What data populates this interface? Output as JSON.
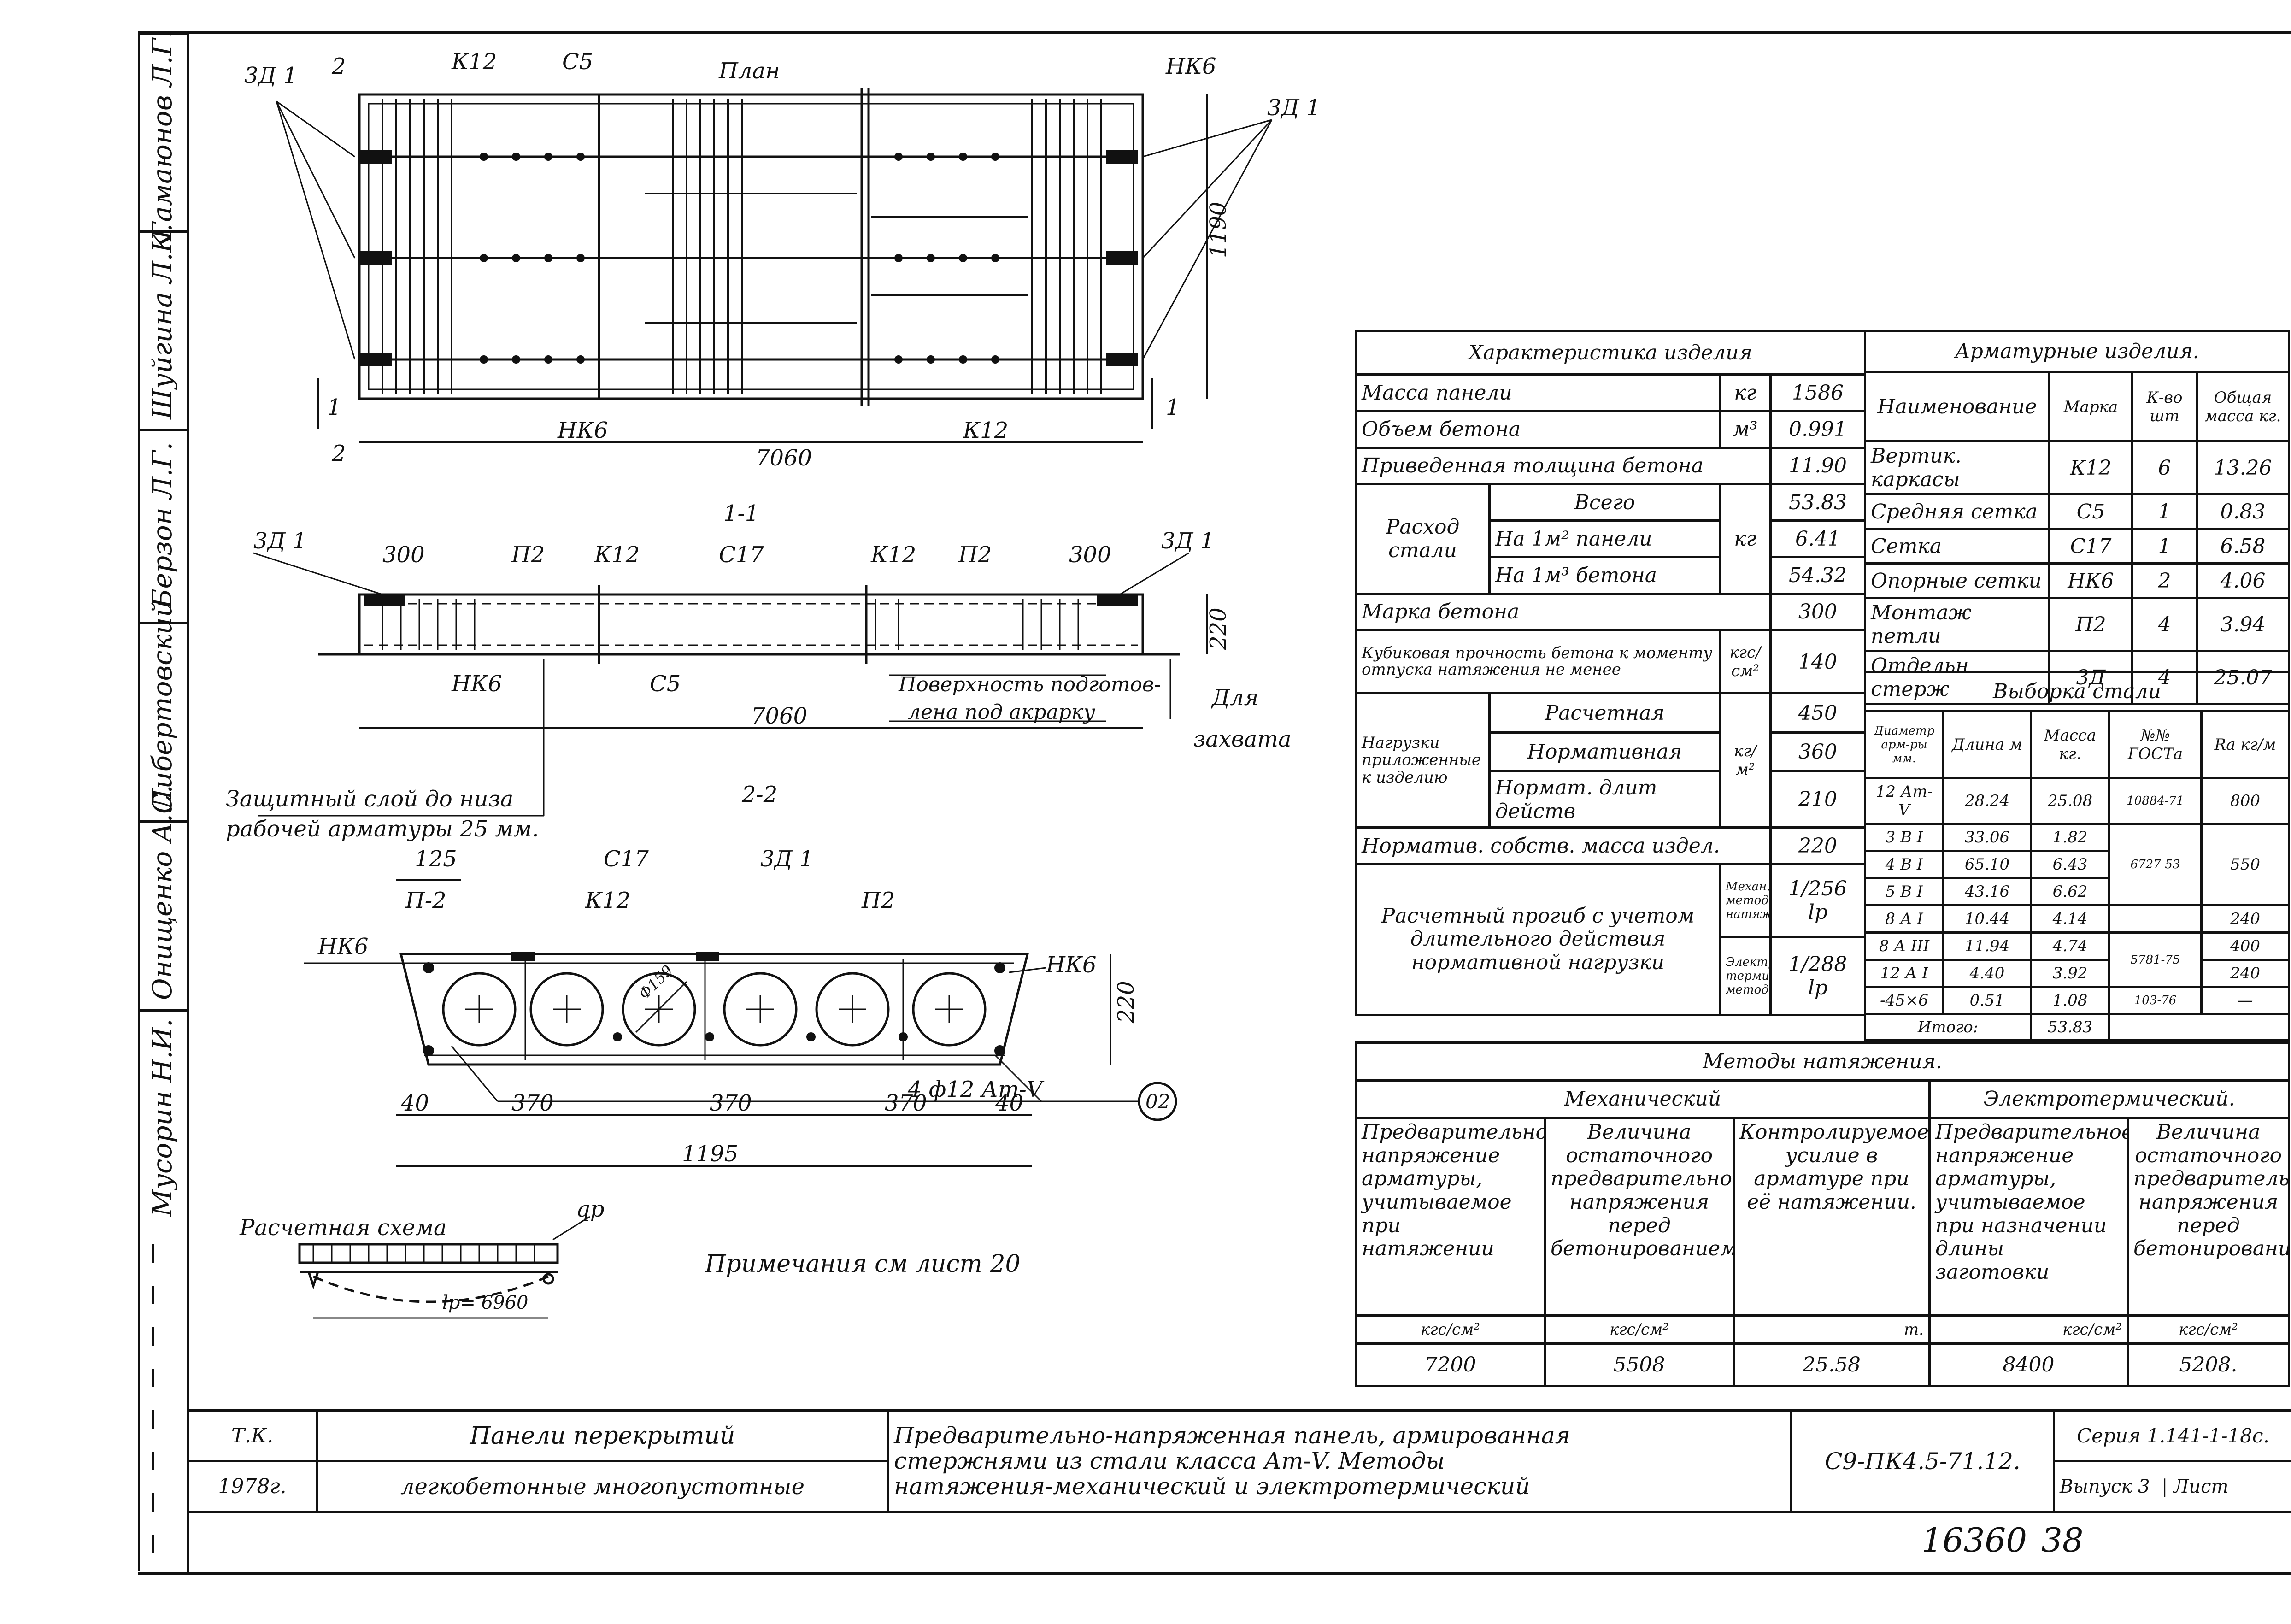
{
  "side_strip": [
    {
      "name": "Гамаюнов Л.Г."
    },
    {
      "name": "Шуйгина Л.К."
    },
    {
      "name": "Берзон Л.Г."
    },
    {
      "name": "Либертовский"
    },
    {
      "name": "Онищенко А.С."
    },
    {
      "name": "Мусорин Н.И."
    }
  ],
  "plan": {
    "title": "План",
    "labels": {
      "zd1_left": "3Д 1",
      "zd1_right": "3Д 1",
      "k12_top": "К12",
      "c5": "С5",
      "hk6_top": "НК6",
      "hk6_bottom": "НК6",
      "k12_bottom": "К12",
      "length": "7060",
      "height": "1190",
      "sec2": "2",
      "sec1": "1"
    }
  },
  "section_11": {
    "title": "1-1",
    "labels": {
      "zd1_left": "3Д 1",
      "zd1_right": "3Д 1",
      "d300_left": "300",
      "d300_right": "300",
      "p2_left": "П2",
      "p2_right": "П2",
      "k12_left": "К12",
      "k12_right": "К12",
      "c17": "С17",
      "hk6": "НК6",
      "c5": "С5",
      "length": "7060",
      "height": "220",
      "surface": "Поверхность подготов-",
      "surface2": "лена под акрарку",
      "for_grip": "Для",
      "for_grip2": "захвата"
    }
  },
  "protective_layer": {
    "line1": "Защитный слой до низа",
    "line2": "рабочей арматуры 25 мм."
  },
  "section_22": {
    "title": "2-2",
    "labels": {
      "d125": "125",
      "p2_left": "П-2",
      "k12": "К12",
      "c17": "С17",
      "zd1": "3Д 1",
      "p2_right": "П2",
      "hk6_left": "НК6",
      "hk6_right": "НК6",
      "d159": "Ф159",
      "rebar": "4 ф12 Ат-V",
      "height": "220",
      "d40a": "40",
      "d370a": "370",
      "d370b": "370",
      "d370c": "370",
      "d40b": "40",
      "total": "1195",
      "circle": "02"
    }
  },
  "scheme": {
    "title": "Расчетная схема",
    "load": "qp",
    "span": "lp= 6960"
  },
  "note": "Примечания см лист 20",
  "characteristics": {
    "header": "Характеристика изделия",
    "rows": [
      {
        "name": "Масса панели",
        "unit": "кг",
        "value": "1586"
      },
      {
        "name": "Объем бетона",
        "unit": "м³",
        "value": "0.991"
      },
      {
        "name": "Приведенная толщина бетона",
        "unit": "",
        "value": "11.90"
      },
      {
        "name": "Всего",
        "unit": "",
        "value": "53.83"
      },
      {
        "name": "На 1м² панели",
        "unit": "кг",
        "value": "6.41"
      },
      {
        "name": "На 1м³ бетона",
        "unit": "",
        "value": "54.32"
      },
      {
        "name": "Марка бетона",
        "unit": "",
        "value": "300"
      },
      {
        "name": "Кубиковая прочность бетона к моменту отпуска натяжения не менее",
        "unit": "кгс/см²",
        "value": "140"
      },
      {
        "name": "Расчетная",
        "unit": "",
        "value": "450"
      },
      {
        "name": "Нормативная",
        "unit": "кг/м²",
        "value": "360"
      },
      {
        "name": "Нормат. длит действ",
        "unit": "",
        "value": "210"
      },
      {
        "name": "Норматив. собств. масса издел.",
        "unit": "",
        "value": "220"
      }
    ],
    "steel_use": "Расход стали",
    "loads": "Нагрузки приложенные к изделию",
    "deflection": "Расчетный прогиб с учетом длительного действия нормативной нагрузки",
    "method_mech": "Механ. метод натяж.",
    "method_el": "Электро-термич. метод",
    "defl_mech": "1/256 lp",
    "defl_el": "1/288 lp"
  },
  "armature": {
    "header": "Арматурные изделия.",
    "col_name": "Наименование",
    "col_mark": "Марка",
    "col_qty": "К-во шт",
    "col_mass": "Общая масса кг.",
    "rows": [
      {
        "name": "Вертик. каркасы",
        "mark": "К12",
        "qty": "6",
        "mass": "13.26"
      },
      {
        "name": "Средняя сетка",
        "mark": "С5",
        "qty": "1",
        "mass": "0.83"
      },
      {
        "name": "Сетка",
        "mark": "С17",
        "qty": "1",
        "mass": "6.58"
      },
      {
        "name": "Опорные сетки",
        "mark": "НК6",
        "qty": "2",
        "mass": "4.06"
      },
      {
        "name": "Монтаж петли",
        "mark": "П2",
        "qty": "4",
        "mass": "3.94"
      },
      {
        "name": "Отдельн стерж",
        "mark": "3Д",
        "qty": "4",
        "mass": "25.07"
      }
    ]
  },
  "steel_selection": {
    "header": "Выборка стали",
    "cols": [
      "Диаметр арм-ры мм.",
      "Длина м",
      "Масса кг.",
      "№№ ГОСТа",
      "Rа кг/м"
    ],
    "rows": [
      {
        "d": "12 Ат-V",
        "len": "28.24",
        "mass": "25.08",
        "gost": "10884-71",
        "r": "800"
      },
      {
        "d": "3 В I",
        "len": "33.06",
        "mass": "1.82",
        "gost": "",
        "r": ""
      },
      {
        "d": "4 В I",
        "len": "65.10",
        "mass": "6.43",
        "gost": "6727-53",
        "r": "550"
      },
      {
        "d": "5 В I",
        "len": "43.16",
        "mass": "6.62",
        "gost": "",
        "r": ""
      },
      {
        "d": "8 А I",
        "len": "10.44",
        "mass": "4.14",
        "gost": "",
        "r": "240"
      },
      {
        "d": "8 А III",
        "len": "11.94",
        "mass": "4.74",
        "gost": "5781-75",
        "r": "400"
      },
      {
        "d": "12 А I",
        "len": "4.40",
        "mass": "3.92",
        "gost": "",
        "r": "240"
      },
      {
        "d": "-45×6",
        "len": "0.51",
        "mass": "1.08",
        "gost": "103-76",
        "r": "—"
      }
    ],
    "total_label": "Итого:",
    "total": "53.83"
  },
  "tension_methods": {
    "header": "Методы натяжения.",
    "mech": "Механический",
    "elec": "Электротермический.",
    "cols": [
      {
        "text": "Предварительное напряжение арматуры, учитываемое при натяжении",
        "unit": "кгс/см²",
        "value": "7200"
      },
      {
        "text": "Величина остаточного предварительного напряжения перед бетонированием",
        "unit": "кгс/см²",
        "value": "5508"
      },
      {
        "text": "Контролируемое усилие в арматуре при её натяжении.",
        "unit": "т.",
        "value": "25.58"
      },
      {
        "text": "Предварительное напряжение арматуры, учитываемое при назначении длины заготовки",
        "unit": "кгс/см²",
        "value": "8400"
      },
      {
        "text": "Величина остаточного предварительного напряжения перед бетонированием",
        "unit": "кгс/см²",
        "value": "5208."
      }
    ]
  },
  "title_block": {
    "tk": "Т.К.",
    "year": "1978г.",
    "product_line1": "Панели перекрытий",
    "product_line2": "легкобетонные многопустотные",
    "desc_line1": "Предварительно-напряженная панель, армированная",
    "desc_line2": "стержнями из стали класса Ат-V. Методы",
    "desc_line3": "натяжения-механический и электротермический",
    "code": "С9-ПК4.5-71.12.",
    "series": "Серия 1.141-1-18с.",
    "issue": "Выпуск 3",
    "sheet": "Лист"
  },
  "stamp": {
    "number": "16360",
    "page": "38"
  }
}
